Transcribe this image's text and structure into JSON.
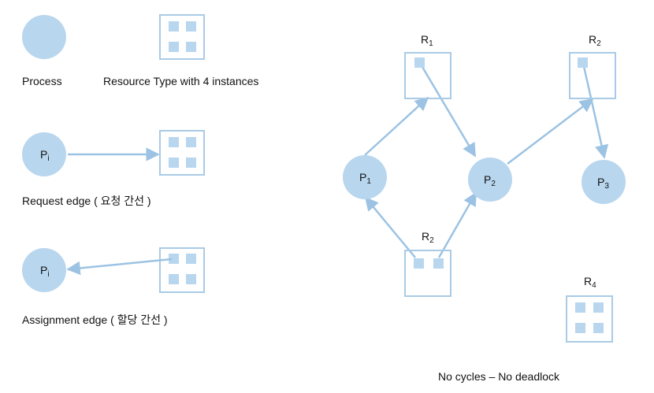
{
  "colors": {
    "fill": "#b8d6ee",
    "stroke": "#a9cbe6",
    "edge": "#9cc3e3",
    "text": "#111111"
  },
  "legend": {
    "process_label": "Process",
    "resource_type_label": "Resource Type with 4 instances",
    "request_edge_label": "Request edge ( 요청 간선 )",
    "assignment_edge_label": "Assignment edge ( 할당 간선 )",
    "pi_base": "P",
    "pi_sub": "i"
  },
  "graph": {
    "processes": [
      {
        "id": "P1",
        "base": "P",
        "sub": "1"
      },
      {
        "id": "P2",
        "base": "P",
        "sub": "2"
      },
      {
        "id": "P3",
        "base": "P",
        "sub": "3"
      }
    ],
    "resources": [
      {
        "id": "R1-top",
        "base": "R",
        "sub": "1",
        "instances": 1
      },
      {
        "id": "R2-top",
        "base": "R",
        "sub": "2",
        "instances": 1
      },
      {
        "id": "R2-bottom",
        "base": "R",
        "sub": "2",
        "instances": 2
      },
      {
        "id": "R4",
        "base": "R",
        "sub": "4",
        "instances": 4
      }
    ],
    "edges": [
      {
        "from": "P1",
        "to": "R1-top",
        "type": "request"
      },
      {
        "from": "R1-top",
        "to": "P2",
        "type": "assignment"
      },
      {
        "from": "P2",
        "to": "R2-top",
        "type": "request"
      },
      {
        "from": "R2-top",
        "to": "P3",
        "type": "assignment"
      },
      {
        "from": "R2-bottom",
        "to": "P1",
        "type": "assignment"
      },
      {
        "from": "R2-bottom",
        "to": "P2",
        "type": "assignment"
      }
    ]
  },
  "caption": "No cycles – No deadlock"
}
